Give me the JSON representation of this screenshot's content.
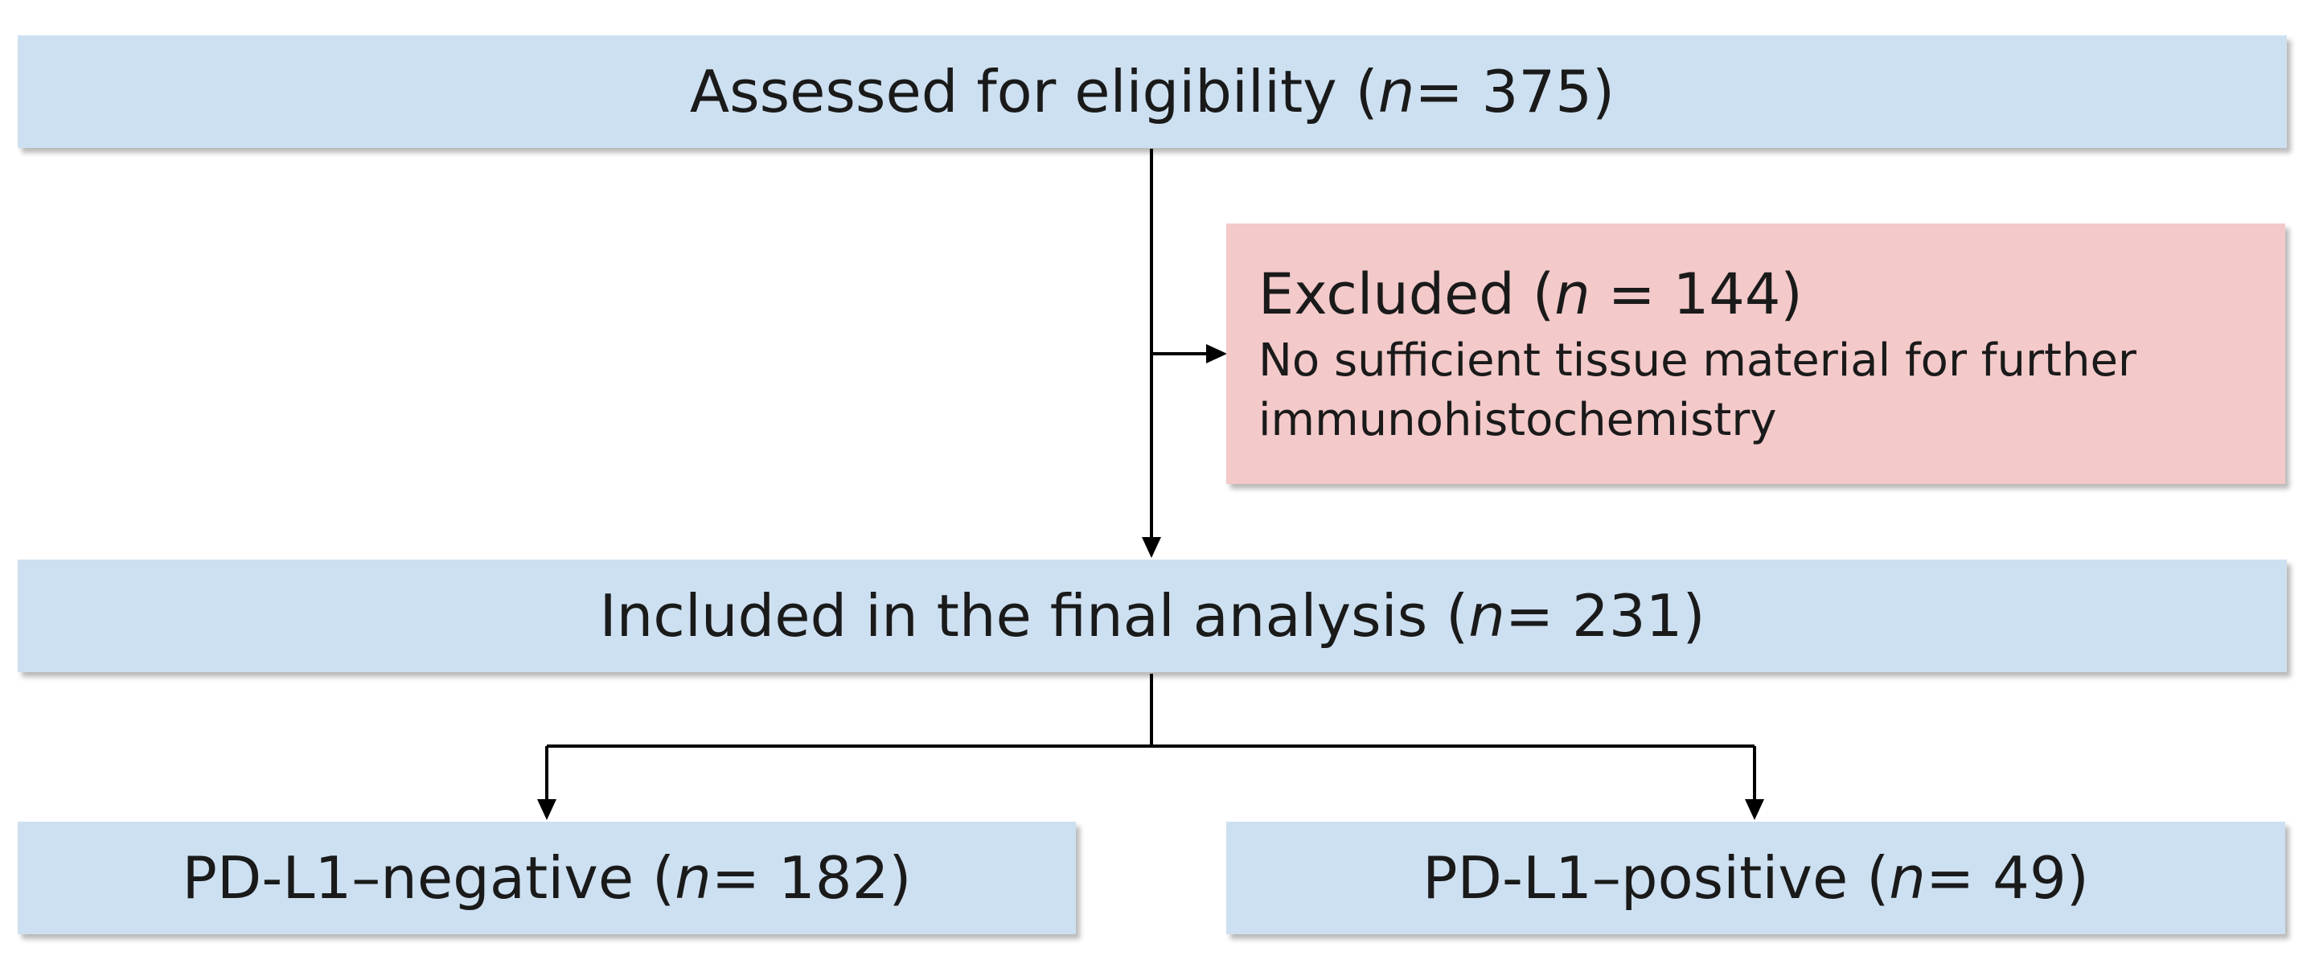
{
  "nodes": {
    "assessed": {
      "label": "Assessed for eligibility (",
      "n_symbol": "n",
      "count": " = 375)"
    },
    "excluded": {
      "label": "Excluded (",
      "n_symbol": "n",
      "count": " = 144)",
      "reason": "No sufficient tissue material for further immunohistochemistry"
    },
    "included": {
      "label": "Included in the final analysis (",
      "n_symbol": "n",
      "count": " = 231)"
    },
    "negative": {
      "label": "PD-L1–negative (",
      "n_symbol": "n",
      "count": " = 182)"
    },
    "positive": {
      "label": "PD-L1–positive (",
      "n_symbol": "n",
      "count": " = 49)"
    }
  },
  "colors": {
    "box_fill": "#cde0f1",
    "excluded_fill": "#f3c9c9",
    "line": "#000000"
  }
}
